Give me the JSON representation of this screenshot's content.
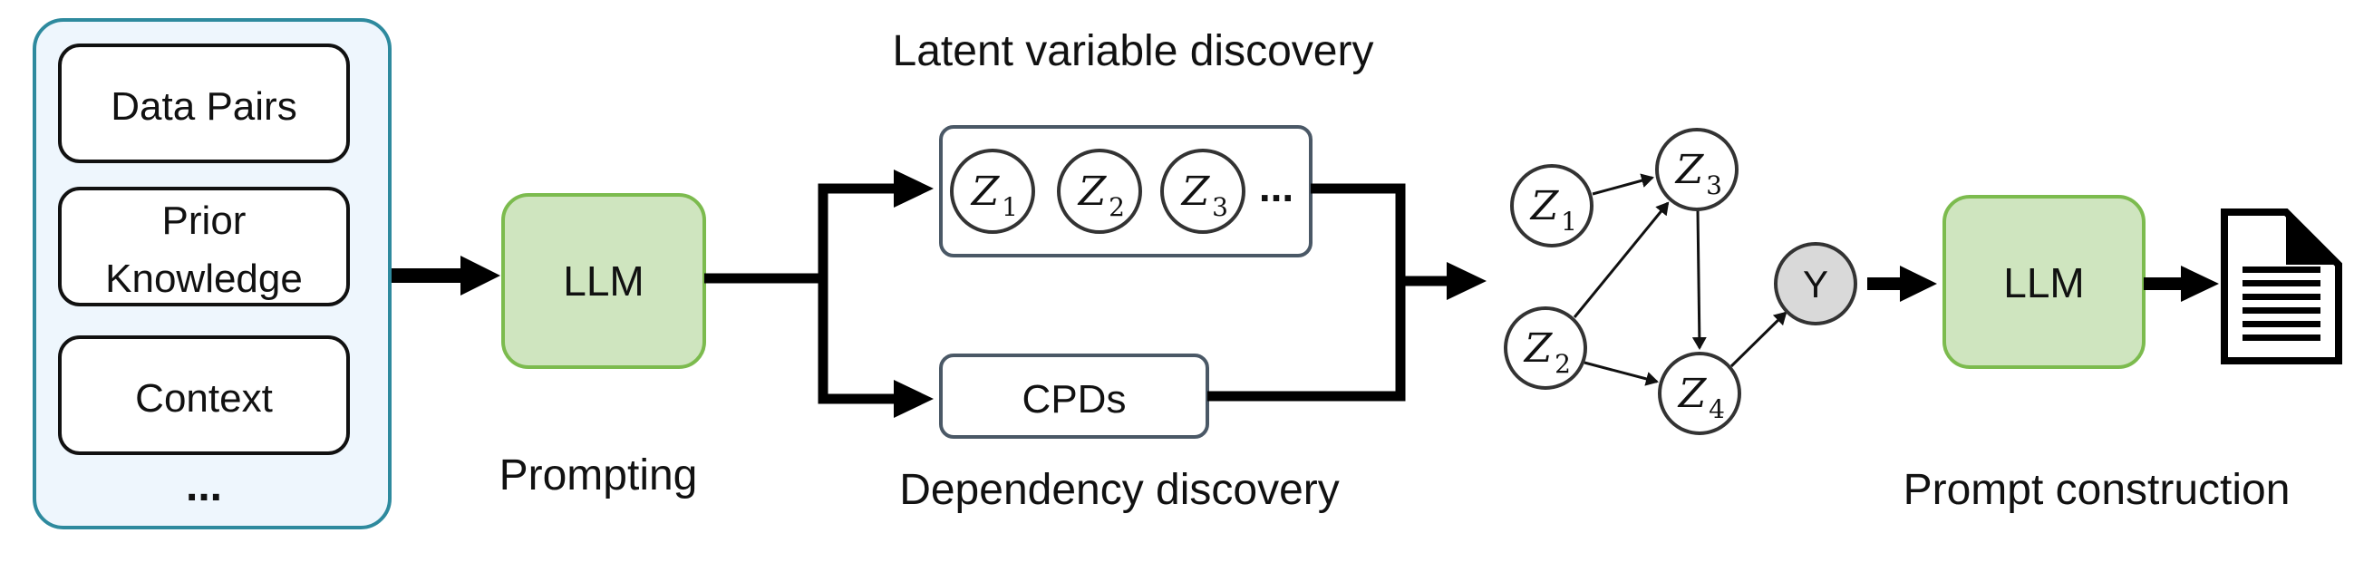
{
  "inputs": {
    "data_pairs": "Data Pairs",
    "prior_knowledge_line1": "Prior",
    "prior_knowledge_line2": "Knowledge",
    "context": "Context",
    "more": "..."
  },
  "llm_left": {
    "label": "LLM",
    "caption": "Prompting"
  },
  "latent": {
    "title": "Latent variable discovery",
    "nodes": [
      {
        "var": "Z",
        "sub": "1"
      },
      {
        "var": "Z",
        "sub": "2"
      },
      {
        "var": "Z",
        "sub": "3"
      }
    ],
    "more": "..."
  },
  "dependency": {
    "box_label": "CPDs",
    "caption": "Dependency discovery"
  },
  "graph": {
    "z1": {
      "var": "Z",
      "sub": "1"
    },
    "z2": {
      "var": "Z",
      "sub": "2"
    },
    "z3": {
      "var": "Z",
      "sub": "3"
    },
    "z4": {
      "var": "Z",
      "sub": "4"
    },
    "y": "Y"
  },
  "llm_right": {
    "label": "LLM",
    "caption": "Prompt construction"
  },
  "colors": {
    "input_panel_fill": "#eef6fd",
    "input_panel_border": "#2e8a9e",
    "llm_fill": "#cfe5bf",
    "llm_border": "#7cbb4e",
    "latent_box_border": "#4a5866",
    "cpds_box_border": "#4a5866",
    "y_node_fill": "#d9d9d9",
    "arrow": "#000000"
  },
  "icons": {
    "output": "document-icon"
  }
}
